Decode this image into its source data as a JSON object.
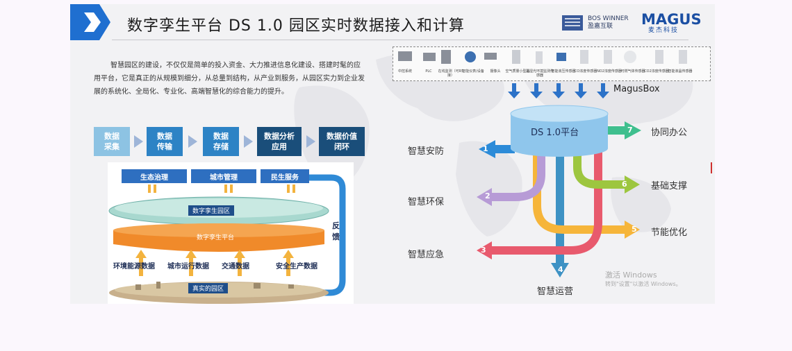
{
  "slide": {
    "title": "数字孪生平台 DS 1.0 园区实时数据接入和计算",
    "logo_bos_line1": "BOS WINNER",
    "logo_bos_line2": "盈嘉互联",
    "logo_magus": "MAGUS",
    "logo_magus_sub": "麦杰科技",
    "intro": "智慧园区的建设，不仅仅是简单的投入资金、大力推进信息化建设、搭建时髦的应用平台，它是真正的从规模到细分，从总量到结构，从产业到服务，从园区实力到企业发展的系统化、全局化、专业化、高端智慧化的综合能力的提升。",
    "flow_steps": [
      {
        "line1": "数据",
        "line2": "采集"
      },
      {
        "line1": "数据",
        "line2": "传输"
      },
      {
        "line1": "数据",
        "line2": "存储"
      },
      {
        "line1": "数据分析",
        "line2": "应用"
      },
      {
        "line1": "数据价值",
        "line2": "闭环"
      }
    ],
    "twin": {
      "top_boxes": [
        "生态治理",
        "城市管理",
        "民生服务"
      ],
      "twin_park": "数字孪生园区",
      "platform": "数字孪生平台",
      "feedback": "反馈",
      "data_labels": [
        "环境能源数据",
        "城市运行数据",
        "交通数据",
        "安全生产数据"
      ],
      "real_park": "真实的园区"
    },
    "devices": [
      "中控系统",
      "PLC",
      "在线监测（可RS接）",
      "智能仪表/设备",
      "摄像头",
      "空气质量小型站",
      "温湿光环境监测传感器",
      "智能液压传感器",
      "CO浓度传感器",
      "NO2浓度传感器",
      "可燃气体传感器",
      "CO2浓度传感器",
      "智能液晶传感器"
    ],
    "magusbox": "MagusBox",
    "platform_label": "DS 1.0平台",
    "outputs": [
      {
        "n": "1",
        "label": "智慧安防"
      },
      {
        "n": "2",
        "label": "智慧环保"
      },
      {
        "n": "3",
        "label": "智慧应急"
      },
      {
        "n": "4",
        "label": "智慧运营"
      },
      {
        "n": "5",
        "label": "节能优化"
      },
      {
        "n": "6",
        "label": "基础支撑"
      },
      {
        "n": "7",
        "label": "协同办公"
      }
    ],
    "watermark_line1": "激活 Windows",
    "watermark_line2": "转到\"设置\"以激活 Windows。"
  },
  "colors": {
    "page_bg": "#fbf7fd",
    "title_tab": "#1f6fd0",
    "flow_light": "#8dc3e3",
    "flow_mid": "#2d83c5",
    "flow_dark": "#1a4e7a",
    "out_blue": "#2c8bd8",
    "out_purple": "#b79bd6",
    "out_red": "#e85a6d",
    "out_teal": "#3e92c4",
    "out_yellow": "#f6b53a",
    "out_green": "#9dc63f",
    "out_green7": "#3fbf8e"
  }
}
